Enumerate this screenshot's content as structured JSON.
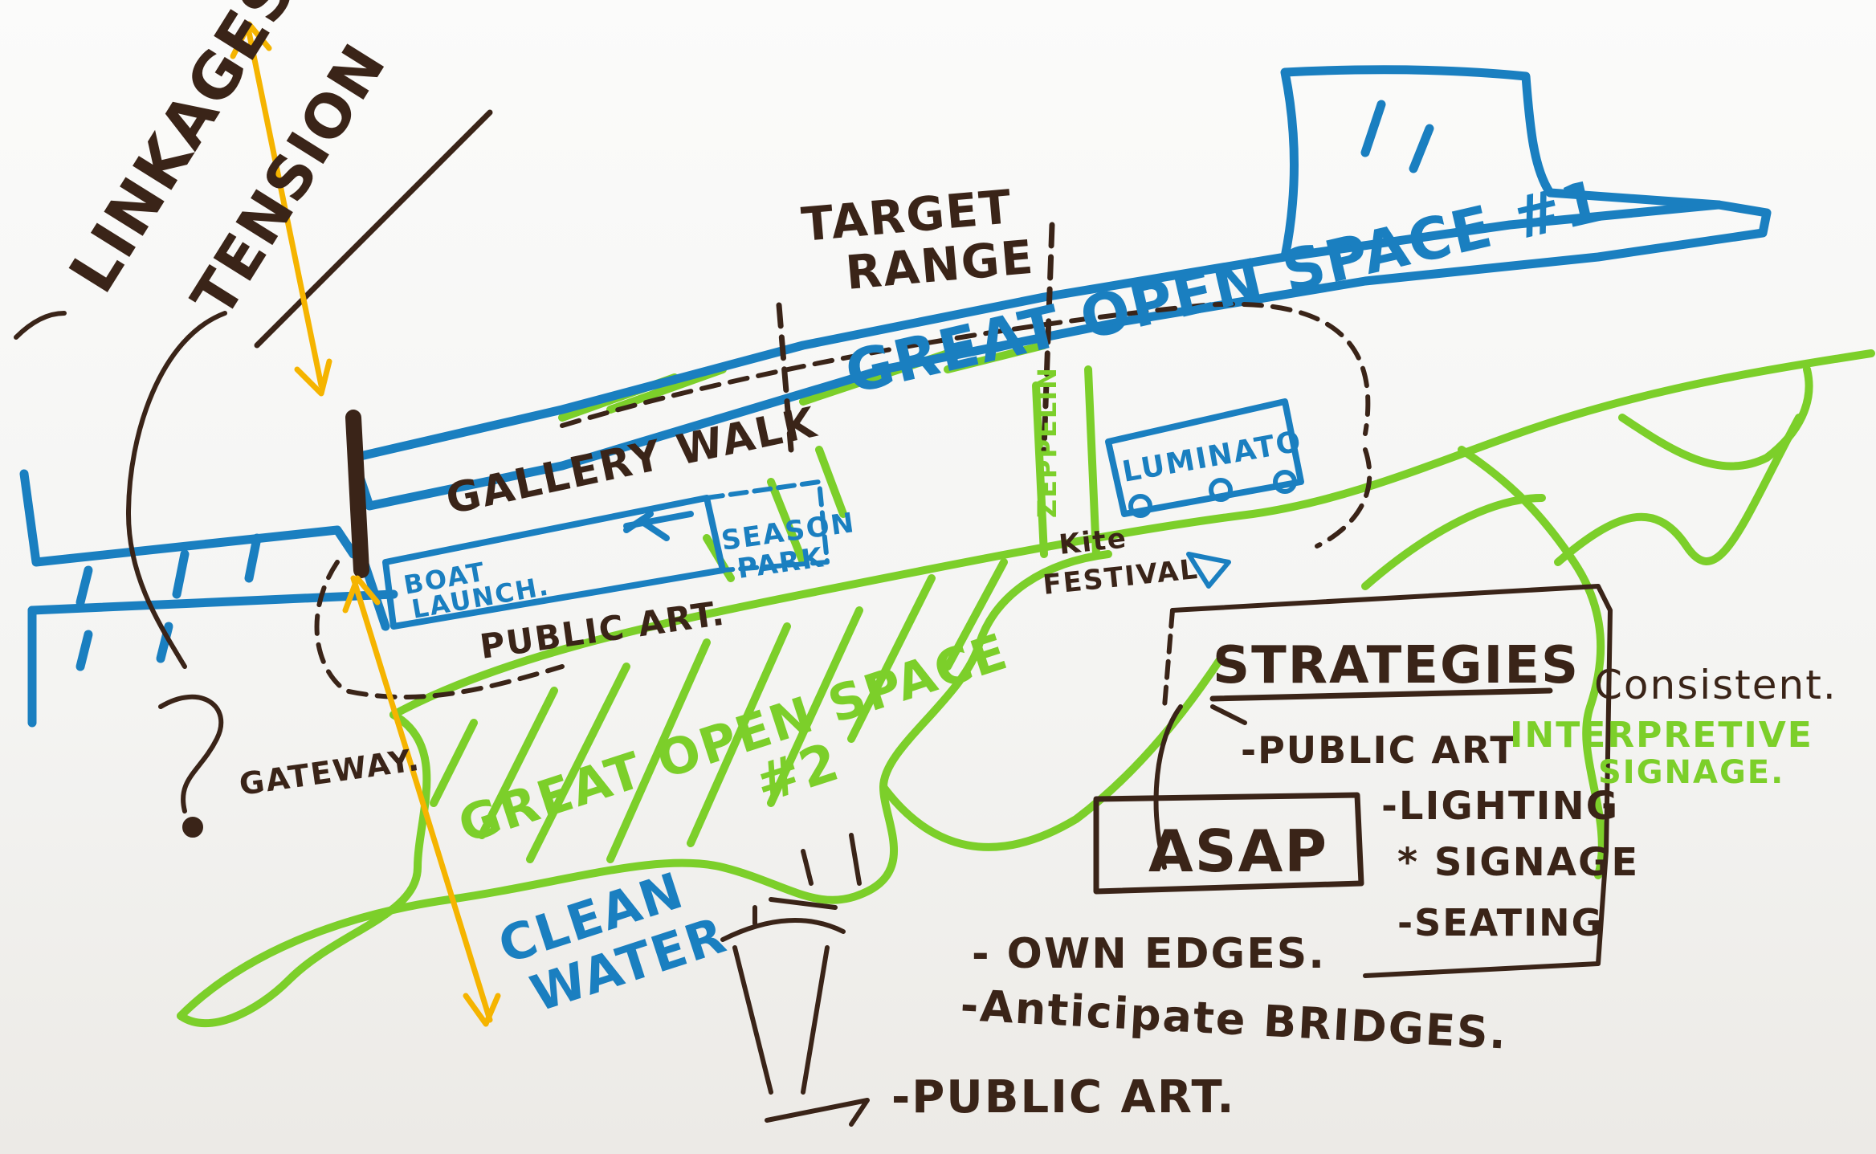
{
  "colors": {
    "brown_marker": "#3a2418",
    "blue_marker": "#1a7fc0",
    "green_marker": "#7ccf2a",
    "yellow_marker": "#f5b400",
    "paper": "#f7f7f5"
  },
  "labels": {
    "linkages": "LINKAGES",
    "tension": "TENSION",
    "target_range_1": "TARGET",
    "target_range_2": "RANGE",
    "great_open_space_1": "GREAT OPEN SPACE #1",
    "gallery_walk": "GALLERY WALK",
    "boat_launch_1": "BOAT",
    "boat_launch_2": "LAUNCH.",
    "season_park_1": "SEASON",
    "season_park_2": "PARK",
    "public_art_1": "PUBLIC ART.",
    "zeppelin": "ZEPPELIN",
    "luminato": "LUMINATO",
    "kite_festival_1": "Kite",
    "kite_festival_2": "FESTIVAL",
    "gateway": "GATEWAY.",
    "great_open_space_2a": "GREAT OPEN SPACE",
    "great_open_space_2b": "#2",
    "clean_water_1": "CLEAN",
    "clean_water_2": "WATER",
    "strategies": "STRATEGIES",
    "consistent": "Consistent.",
    "public_art_strat": "-PUBLIC ART",
    "interpretive_1": "INTERPRETIVE",
    "interpretive_2": "SIGNAGE.",
    "lighting": "-LIGHTING",
    "signage": "* SIGNAGE",
    "seating": "-SEATING",
    "asap": "ASAP",
    "own_edges": "- OWN EDGES.",
    "anticipate_bridges": "-Anticipate BRIDGES.",
    "public_art_bottom": "-PUBLIC ART."
  }
}
